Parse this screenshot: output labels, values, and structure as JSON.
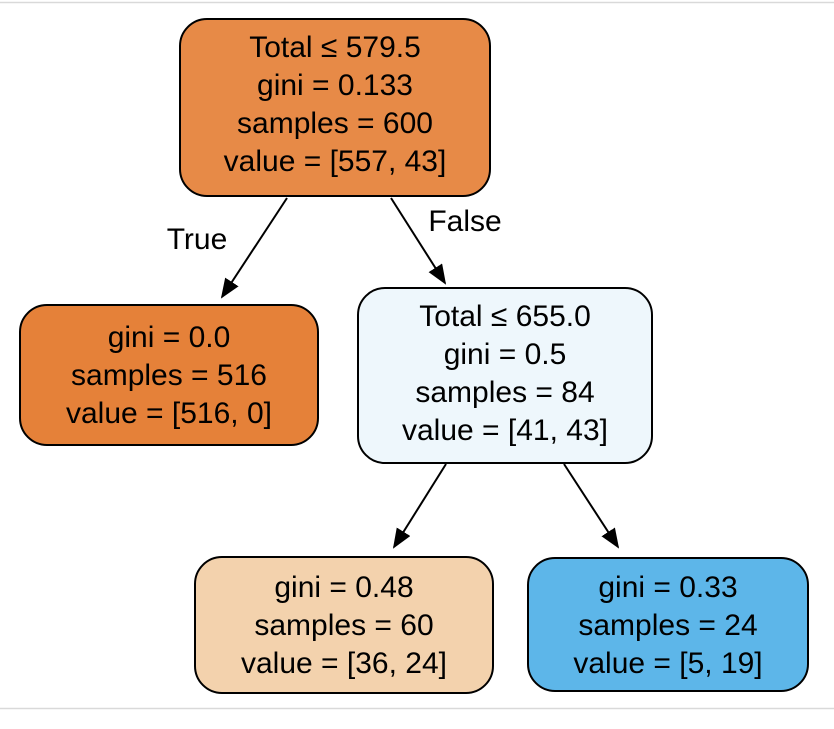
{
  "figure": {
    "type": "decision-tree",
    "background": "#ffffff",
    "rule_color": "#d9d9d9",
    "edge_color": "#000000",
    "text_color": "#000000"
  },
  "tree": {
    "edges": {
      "true_label": "True",
      "false_label": "False"
    },
    "nodes": [
      {
        "id": "root",
        "fill": "#e78a47",
        "split_feature": "Total",
        "threshold": 579.5,
        "gini": 0.133,
        "samples": 600,
        "value": [
          557,
          43
        ],
        "lines": [
          "Total ≤ 579.5",
          "gini = 0.133",
          "samples = 600",
          "value = [557, 43]"
        ]
      },
      {
        "id": "left-leaf",
        "fill": "#e58139",
        "gini": 0.0,
        "samples": 516,
        "value": [
          516,
          0
        ],
        "lines": [
          "gini = 0.0",
          "samples = 516",
          "value = [516, 0]"
        ]
      },
      {
        "id": "right-internal",
        "fill": "#eef7fc",
        "split_feature": "Total",
        "threshold": 655.0,
        "gini": 0.5,
        "samples": 84,
        "value": [
          41,
          43
        ],
        "lines": [
          "Total ≤ 655.0",
          "gini = 0.5",
          "samples = 84",
          "value = [41, 43]"
        ]
      },
      {
        "id": "bottom-left-leaf",
        "fill": "#f3d2ad",
        "gini": 0.48,
        "samples": 60,
        "value": [
          36,
          24
        ],
        "lines": [
          "gini = 0.48",
          "samples = 60",
          "value = [36, 24]"
        ]
      },
      {
        "id": "bottom-right-leaf",
        "fill": "#5db6e9",
        "gini": 0.33,
        "samples": 24,
        "value": [
          5,
          19
        ],
        "lines": [
          "gini = 0.33",
          "samples = 24",
          "value = [5, 19]"
        ]
      }
    ]
  }
}
